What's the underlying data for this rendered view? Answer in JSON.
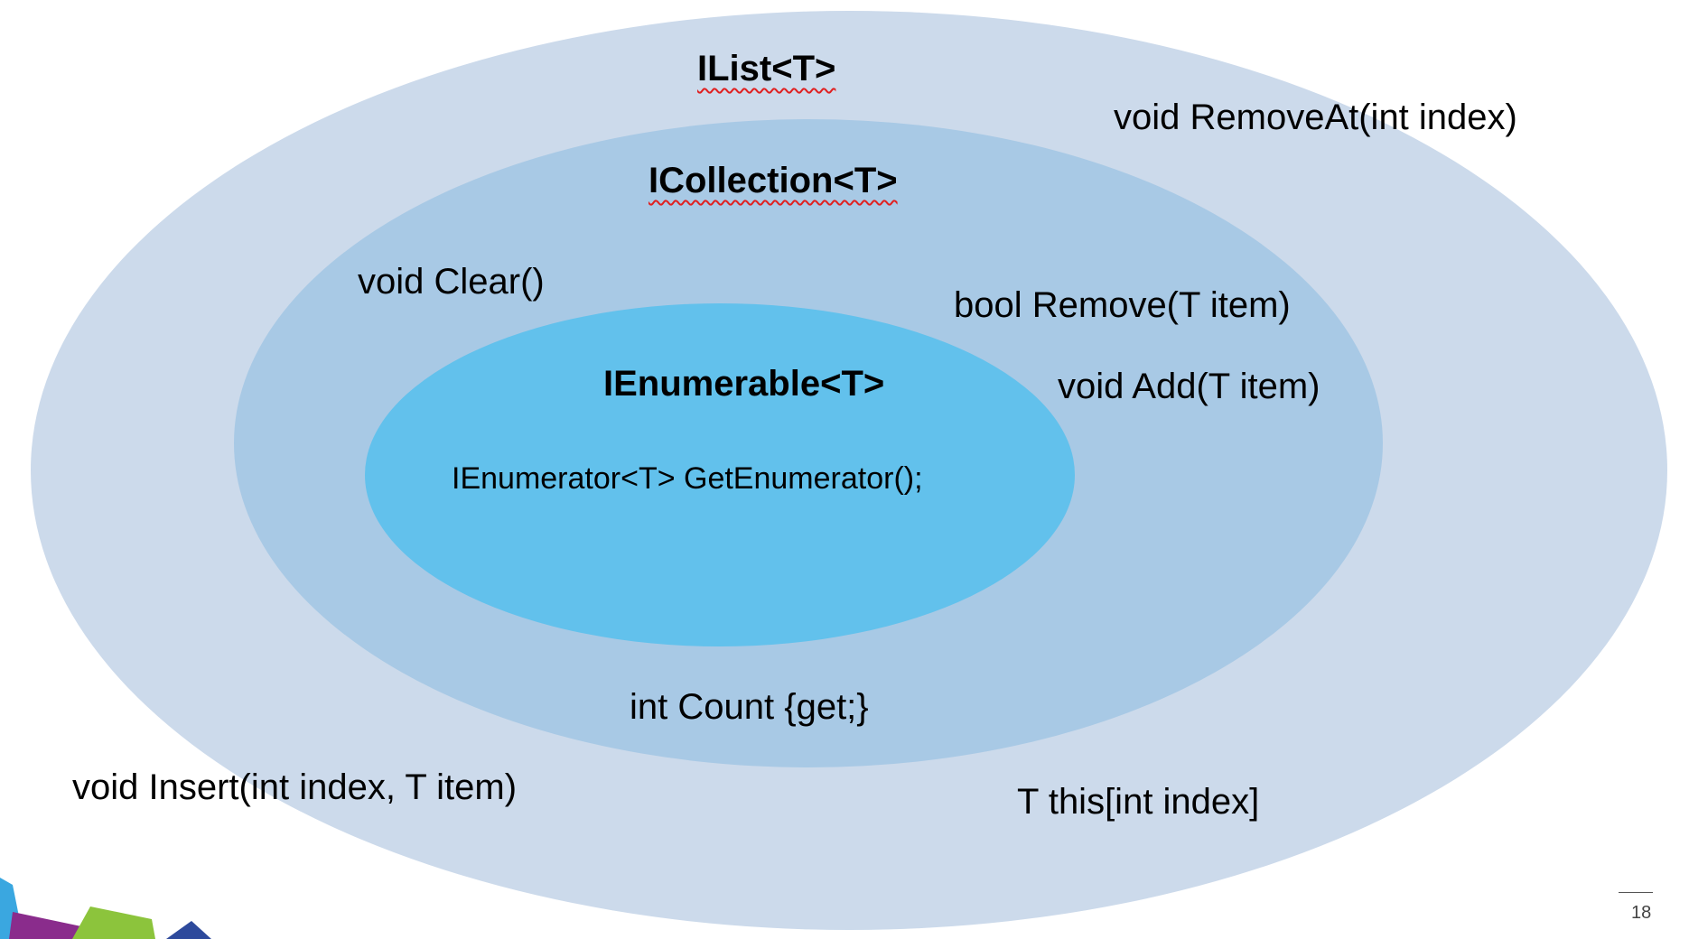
{
  "diagram": {
    "outer": {
      "title": "IList<T>",
      "members": {
        "remove_at": "void RemoveAt(int index)",
        "insert": "void Insert(int index, T item)",
        "indexer": "T this[int index]"
      }
    },
    "middle": {
      "title": "ICollection<T>",
      "members": {
        "clear": "void Clear()",
        "remove": "bool Remove(T item)",
        "add": "void Add(T item)",
        "count": "int Count {get;}"
      }
    },
    "inner": {
      "title": "IEnumerable<T>",
      "members": {
        "get_enumerator": "IEnumerator<T> GetEnumerator();"
      }
    }
  },
  "slide": {
    "page_number": "18"
  },
  "colors": {
    "outer_fill": "#ccdaeb",
    "middle_fill": "#a8c9e5",
    "inner_fill": "#62c1ec",
    "spellcheck_underline": "#e02020"
  }
}
